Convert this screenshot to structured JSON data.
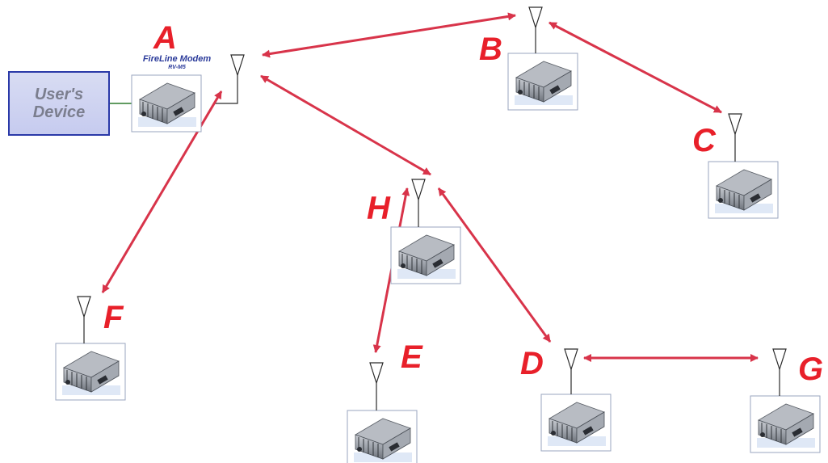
{
  "diagram": {
    "device": {
      "label": "User's\nDevice"
    },
    "modem": {
      "title": "FireLine Modem",
      "subtitle": "RV-M5"
    },
    "nodes": [
      {
        "id": "A",
        "label": "A"
      },
      {
        "id": "B",
        "label": "B"
      },
      {
        "id": "C",
        "label": "C"
      },
      {
        "id": "D",
        "label": "D"
      },
      {
        "id": "E",
        "label": "E"
      },
      {
        "id": "F",
        "label": "F"
      },
      {
        "id": "G",
        "label": "G"
      },
      {
        "id": "H",
        "label": "H"
      }
    ],
    "links": [
      [
        "A",
        "B"
      ],
      [
        "B",
        "C"
      ],
      [
        "A",
        "H"
      ],
      [
        "A",
        "F"
      ],
      [
        "H",
        "E"
      ],
      [
        "H",
        "D"
      ],
      [
        "D",
        "G"
      ]
    ],
    "colors": {
      "arrow": "#d8344a",
      "label": "#e8202a",
      "device_border": "#2a39a8"
    }
  }
}
